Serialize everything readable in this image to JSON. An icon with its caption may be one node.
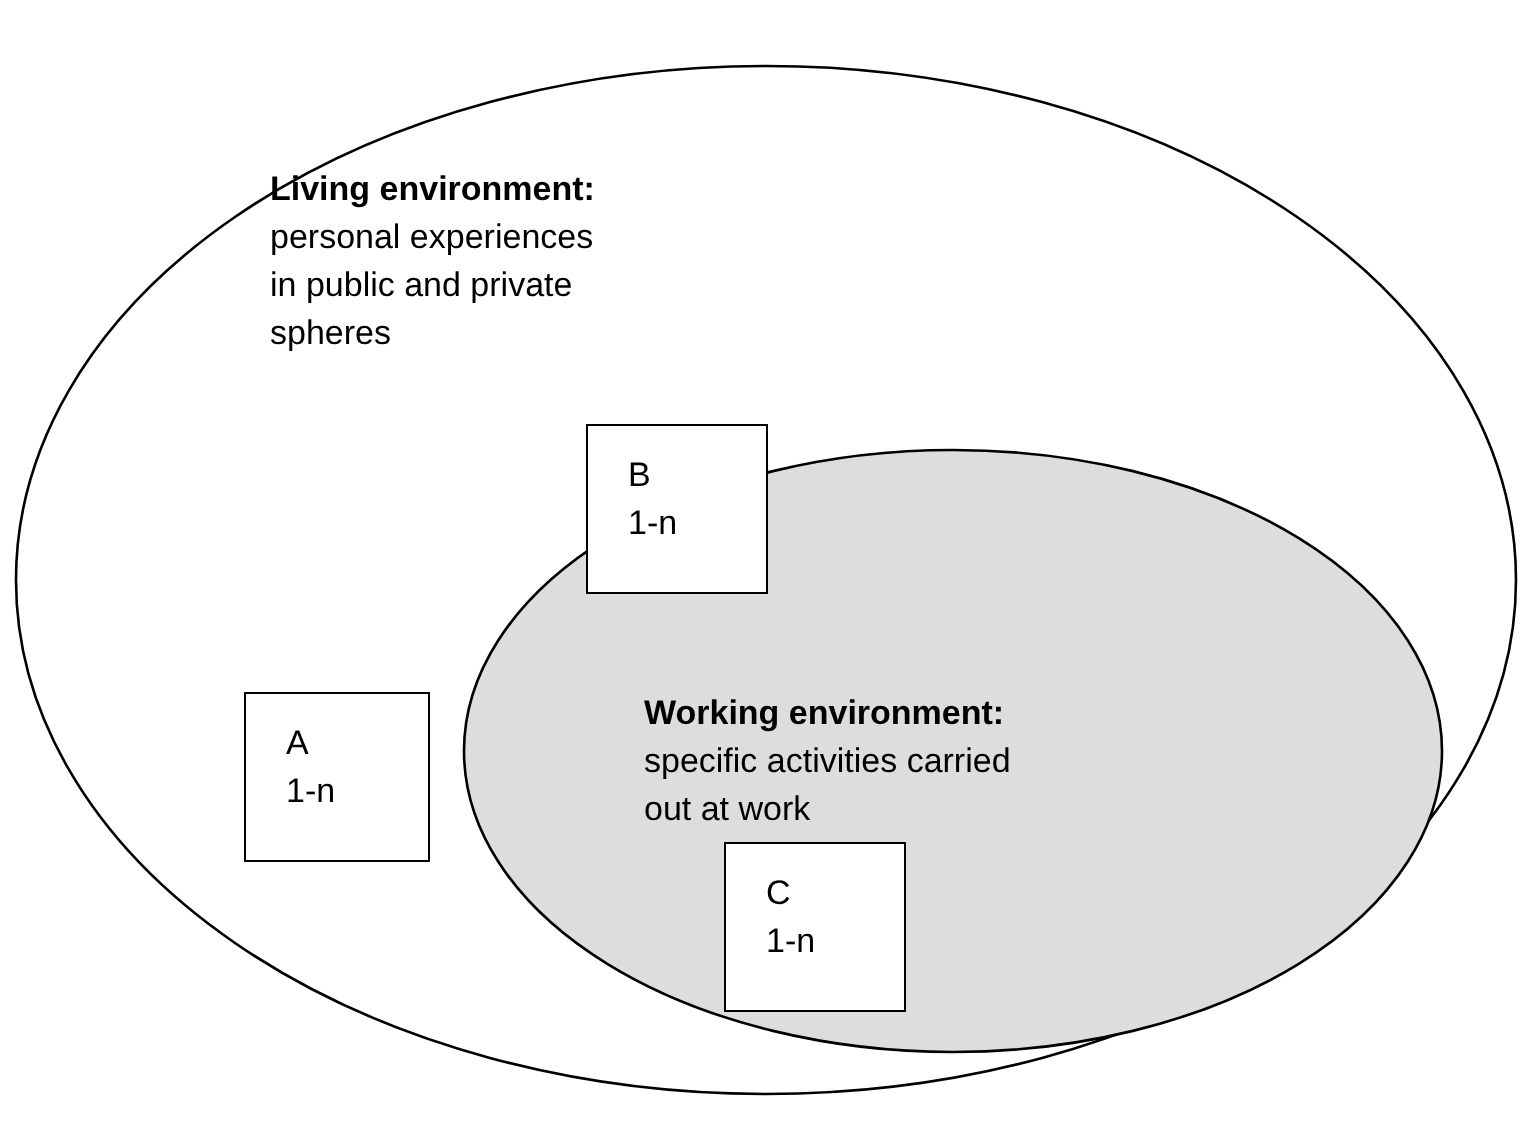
{
  "diagram": {
    "nodes": [
      {
        "text": [
          "Living environment:",
          "personal experiences in public and private spheres"
        ]
      },
      {
        "text": [
          "B",
          "1-n"
        ],
        "in": 0
      },
      {
        "text": [
          "A",
          "1-n"
        ],
        "in": 0
      },
      {
        "text": [
          "Working environment:",
          "specific activities carried out at work"
        ],
        "in": 0
      },
      {
        "text": [
          "C",
          "1-n"
        ],
        "in": 3
      }
    ]
  }
}
